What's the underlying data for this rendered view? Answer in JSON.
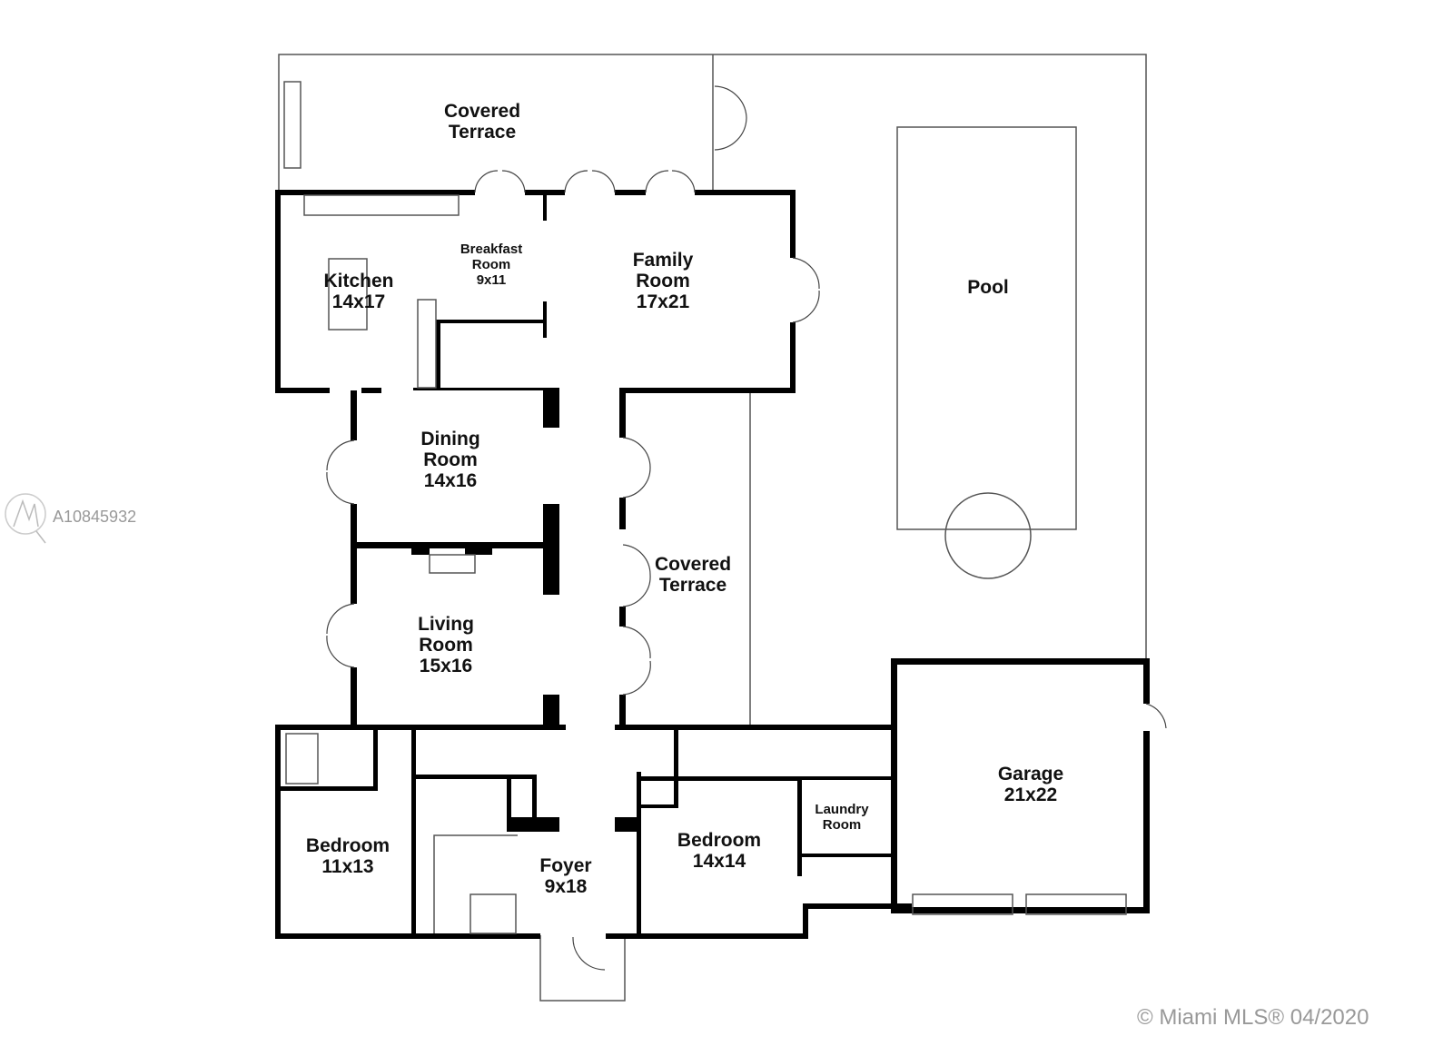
{
  "rooms": {
    "covered_terrace_top": [
      "Covered",
      "Terrace"
    ],
    "breakfast": [
      "Breakfast",
      "Room",
      "9x11"
    ],
    "kitchen": [
      "Kitchen",
      "14x17"
    ],
    "family": [
      "Family",
      "Room",
      "17x21"
    ],
    "pool": [
      "Pool"
    ],
    "dining": [
      "Dining",
      "Room",
      "14x16"
    ],
    "covered_terrace_side": [
      "Covered",
      "Terrace"
    ],
    "living": [
      "Living",
      "Room",
      "15x16"
    ],
    "garage": [
      "Garage",
      "21x22"
    ],
    "laundry": [
      "Laundry",
      "Room"
    ],
    "bedroom_left": [
      "Bedroom",
      "11x13"
    ],
    "foyer": [
      "Foyer",
      "9x18"
    ],
    "bedroom_mid": [
      "Bedroom",
      "14x14"
    ]
  },
  "watermark": {
    "listing_id": "A10845932",
    "copyright": "© Miami MLS® 04/2020"
  }
}
